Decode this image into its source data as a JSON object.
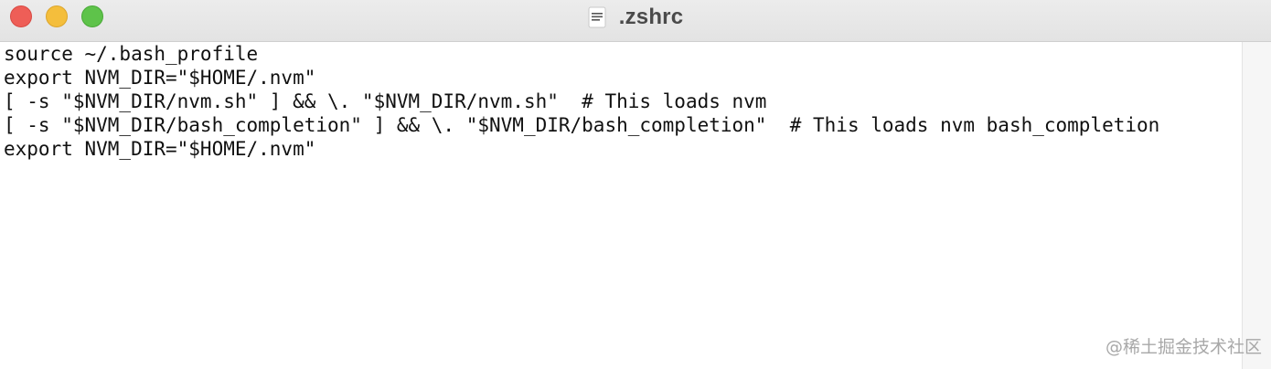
{
  "window": {
    "title": ".zshrc",
    "title_icon": "document-icon"
  },
  "editor": {
    "lines": [
      "source ~/.bash_profile",
      "export NVM_DIR=\"$HOME/.nvm\"",
      "[ -s \"$NVM_DIR/nvm.sh\" ] && \\. \"$NVM_DIR/nvm.sh\"  # This loads nvm",
      "[ -s \"$NVM_DIR/bash_completion\" ] && \\. \"$NVM_DIR/bash_completion\"  # This loads nvm bash_completion",
      "export NVM_DIR=\"$HOME/.nvm\""
    ]
  },
  "watermark": "@稀土掘金技术社区",
  "colors": {
    "close": "#ee5e57",
    "minimize": "#f4be3c",
    "zoom": "#5ec34a",
    "titlebar": "#e3e3e3",
    "text": "#111111"
  }
}
